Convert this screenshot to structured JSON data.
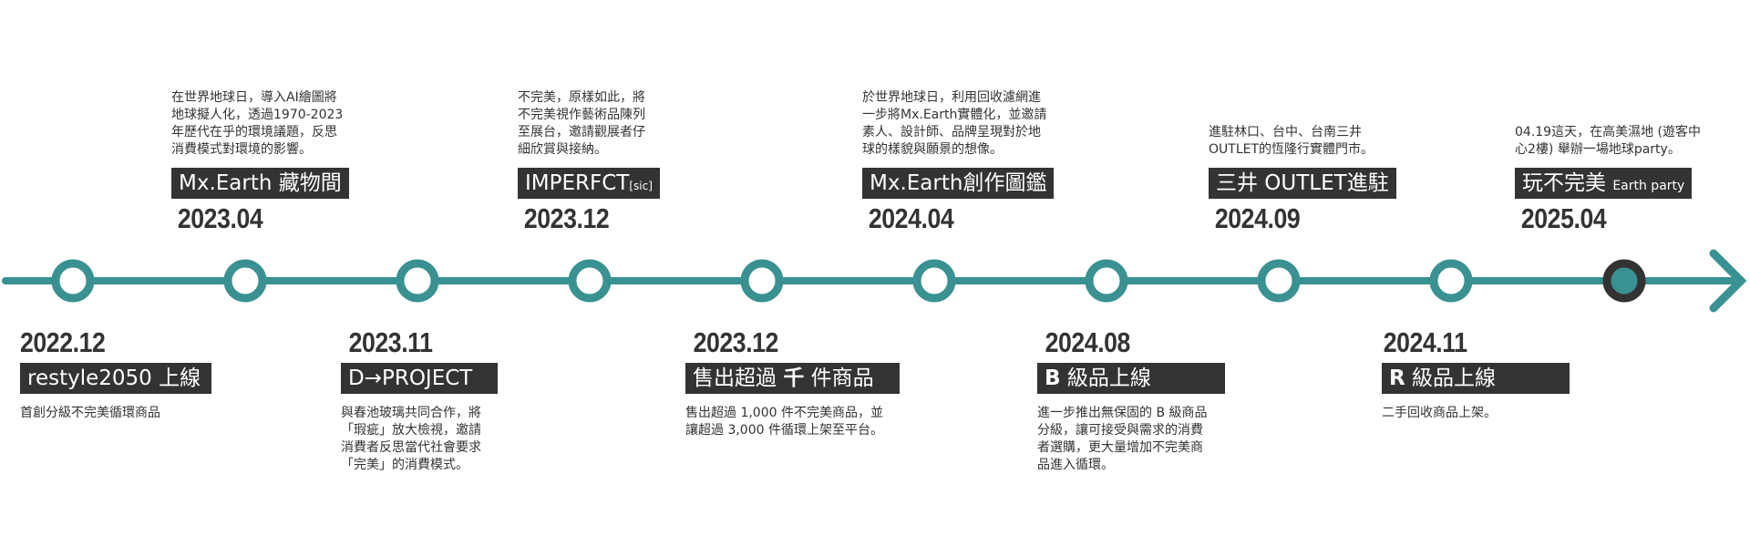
{
  "colors": {
    "line": "#3a9191",
    "node_fill": "#ffffff",
    "current_ring": "#333333",
    "current_fill": "#3a9191",
    "label_bg": "#333333"
  },
  "events_bottom": [
    {
      "date": "2022.12",
      "title": [
        "restyle2050 上線"
      ],
      "desc": [
        "首創分級不完美循環商品"
      ]
    },
    {
      "date": "2023.11",
      "title": [
        "D→PROJECT"
      ],
      "desc": [
        "與春池玻璃共同合作，將",
        "「瑕疵」放大檢視，邀請",
        "消費者反思當代社會要求",
        "「完美」的消費模式。"
      ]
    },
    {
      "date": "2023.12",
      "title_pre": "售出超過 ",
      "title_bold": "千",
      "title_post": " 件商品",
      "desc": [
        "售出超過 1,000 件不完美商品，並",
        "讓超過 3,000 件循環上架至平台。"
      ]
    },
    {
      "date": "2024.08",
      "title_bold": "B",
      "title_post": " 級品上線",
      "desc": [
        "進一步推出無保固的 B 級商品",
        "分級，讓可接受與需求的消費",
        "者選購，更大量增加不完美商",
        "品進入循環。"
      ]
    },
    {
      "date": "2024.11",
      "title_bold": "R",
      "title_post": " 級品上線",
      "desc": [
        "二手回收商品上架。"
      ]
    }
  ],
  "events_top": [
    {
      "date": "2023.04",
      "title": "Mx.Earth 藏物間",
      "desc": [
        "在世界地球日，導入AI繪圖將",
        "地球擬人化，透過1970-2023",
        "年歷代在乎的環境議題，反思",
        "消費模式對環境的影響。"
      ]
    },
    {
      "date": "2023.12",
      "title_main": "IMPERFCT",
      "title_sic": "[sic]",
      "desc": [
        "不完美，原樣如此，將",
        "不完美視作藝術品陳列",
        "至展台，邀請觀展者仔",
        "細欣賞與接納。"
      ]
    },
    {
      "date": "2024.04",
      "title": "Mx.Earth創作圖鑑",
      "desc": [
        "於世界地球日，利用回收濾網進",
        "一步將Mx.Earth實體化，並邀請",
        "素人、設計師、品牌呈現對於地",
        "球的樣貌與願景的想像。"
      ]
    },
    {
      "date": "2024.09",
      "title": "三井 OUTLET進駐",
      "desc": [
        "進駐林口、台中、台南三井",
        "OUTLET的恆隆行實體門市。"
      ]
    },
    {
      "date": "2025.04",
      "title_main": "玩不完美 ",
      "title_small": "Earth party",
      "desc": [
        "04.19這天，在高美濕地 (遊客中",
        "心2樓) 舉辦一場地球party。"
      ]
    }
  ]
}
